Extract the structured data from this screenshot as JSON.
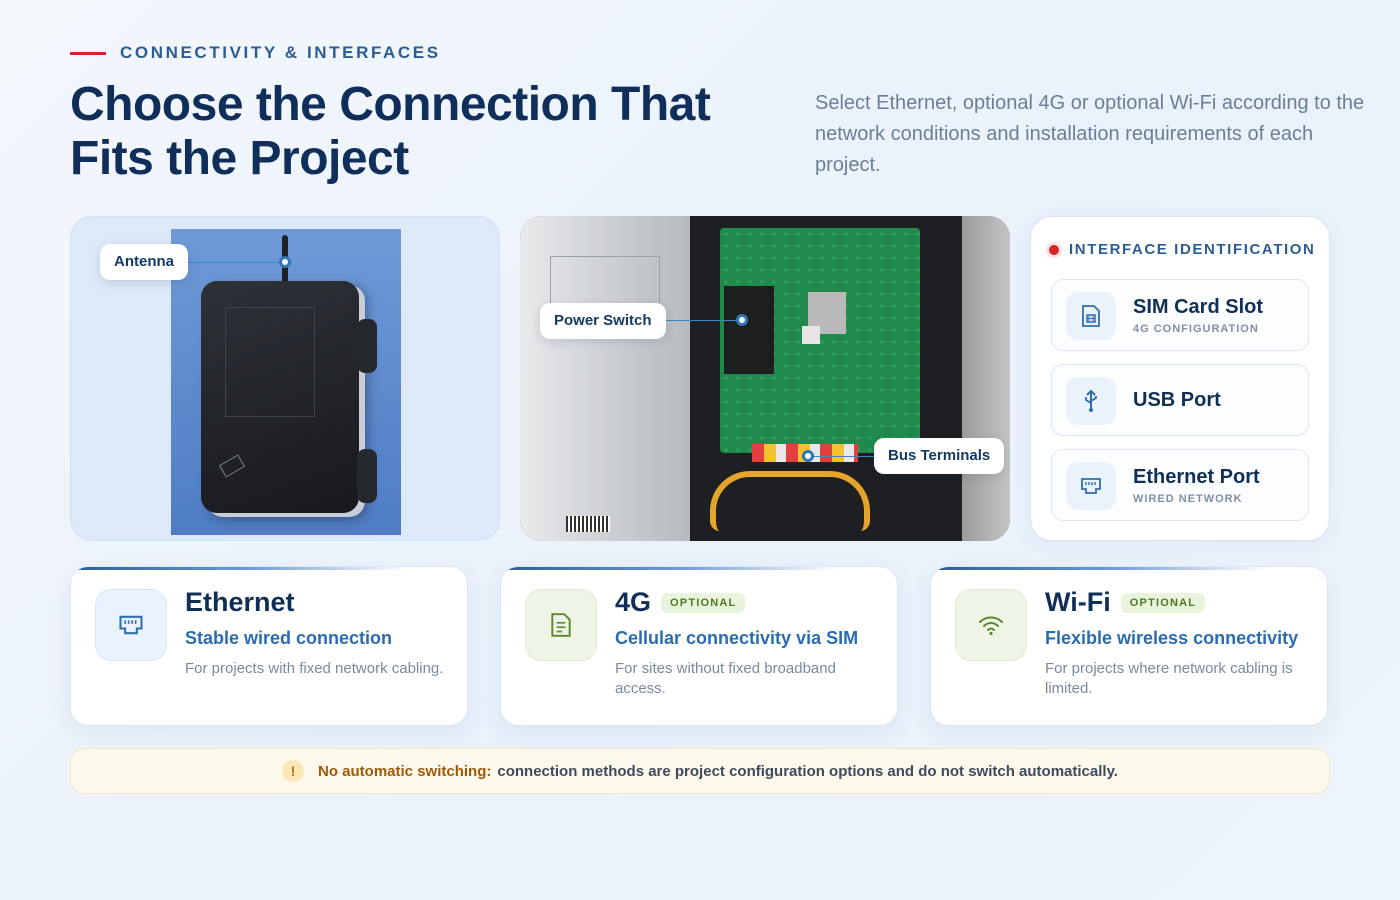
{
  "header": {
    "eyebrow": "CONNECTIVITY & INTERFACES",
    "title_line1": "Choose the Connection That",
    "title_line2": "Fits the Project",
    "description": "Select Ethernet, optional 4G or optional Wi-Fi according to the network conditions and installation requirements of each project."
  },
  "callouts": {
    "antenna": "Antenna",
    "power_switch": "Power Switch",
    "bus_terminals": "Bus Terminals"
  },
  "interface_id": {
    "heading": "INTERFACE IDENTIFICATION",
    "items": [
      {
        "title": "SIM Card Slot",
        "subtitle": "4G CONFIGURATION",
        "icon": "sim-card-icon"
      },
      {
        "title": "USB Port",
        "subtitle": "",
        "icon": "usb-icon"
      },
      {
        "title": "Ethernet Port",
        "subtitle": "WIRED NETWORK",
        "icon": "ethernet-port-icon"
      }
    ]
  },
  "cards": [
    {
      "title": "Ethernet",
      "badge": "",
      "subtitle": "Stable wired connection",
      "description": "For projects with fixed network cabling.",
      "icon": "ethernet-port-icon"
    },
    {
      "title": "4G",
      "badge": "OPTIONAL",
      "subtitle": "Cellular connectivity via SIM",
      "description": "For sites without fixed broadband access.",
      "icon": "sim-card-icon"
    },
    {
      "title": "Wi-Fi",
      "badge": "OPTIONAL",
      "subtitle": "Flexible wireless connectivity",
      "description": "For projects where network cabling is limited.",
      "icon": "wifi-icon"
    }
  ],
  "note": {
    "icon": "!",
    "lead": "No automatic switching:",
    "text": "connection methods are project configuration options and do not switch automatically."
  },
  "colors": {
    "accent_red": "#d8232a",
    "navy": "#0f2f5a",
    "blue": "#2b6cb0",
    "optional_green": "#4b7a1f"
  }
}
